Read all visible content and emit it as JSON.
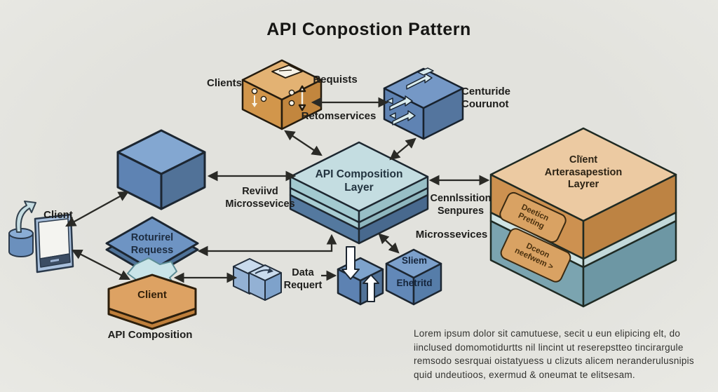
{
  "title": "API Conpostion Pattern",
  "top_flow": {
    "clients_label": "Clients",
    "requests_label": "Requists",
    "returns_label": "Retomservices",
    "centuride_label": "Centuride\nCourunot"
  },
  "center": {
    "platform_label": "API Composition\nLayer",
    "left_link_label": "Reviivd\nMicrossevices",
    "right_link_label": "Cennlssition\nSenpures",
    "microservices_label": "Microssevices"
  },
  "left_flow": {
    "client_label": "Client",
    "request_diamond_label": "Roturirel\nRequess",
    "client_hexagon_label": "Client",
    "caption": "API Composition"
  },
  "bottom_flow": {
    "data_request_label": "Data\nRequert",
    "sliem_top_label": "Sliem",
    "sliem_front_label": "Ehetritd"
  },
  "right_platform": {
    "label": "Clïent\nArterasapestion\nLayrer",
    "badge_top": "Deeticn\nPreting",
    "badge_bottom": "Dceon\nneefwem >"
  },
  "footer": {
    "lorem": "Lorem ipsum dolor sit camutuese, secit u eun elipicing elt, do\niinclused domomotidurtts nil lincint ut reserepstteo tincirargule\nremsodo sesrquai oistatyuess u clizuts alicem neranderulusnipis\nquid undeutioos, exermud & oneumat te elitsesam."
  },
  "colors": {
    "background": "#e3e3de",
    "orange": "#d2964b",
    "blue": "#5e83b3",
    "teal": "#7ba4b0",
    "platform_top": "#c4dde1",
    "arrow": "#2a2a26"
  }
}
